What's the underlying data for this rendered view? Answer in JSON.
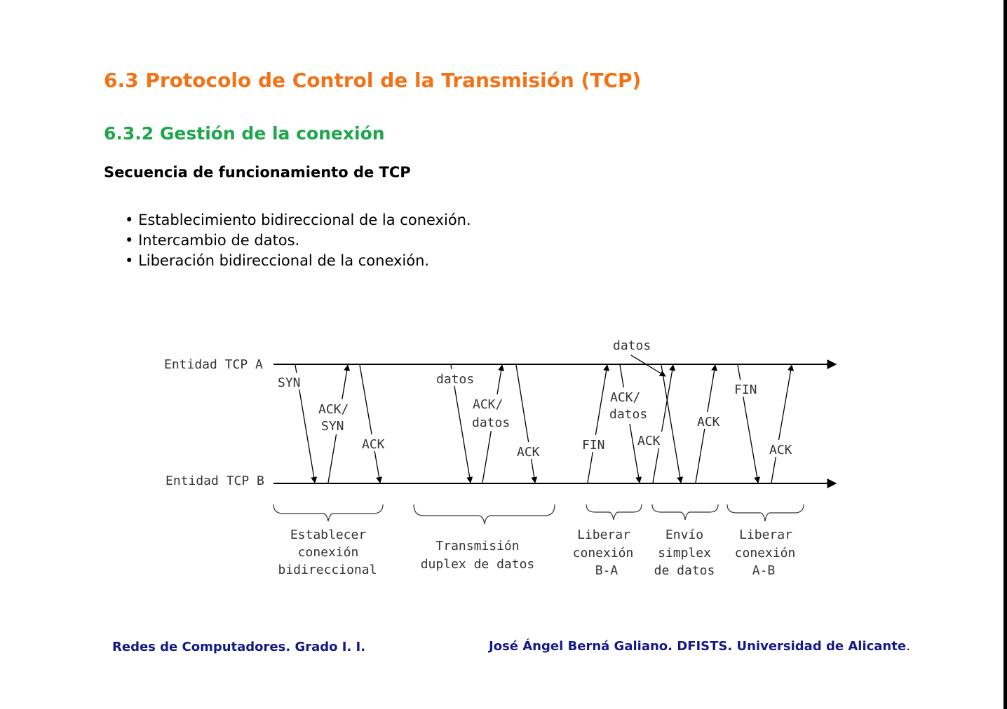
{
  "title": "6.3 Protocolo de Control de la Transmisión (TCP)",
  "subtitle": "6.3.2 Gestión de la conexión",
  "section_heading": "Secuencia de funcionamiento de TCP",
  "bullets": [
    "Establecimiento bidireccional de la conexión.",
    "Intercambio de datos.",
    "Liberación bidireccional de la conexión."
  ],
  "diagram": {
    "entity_a": "Entidad TCP A",
    "entity_b": "Entidad TCP B",
    "messages": {
      "syn": "SYN",
      "ack_syn": [
        "ACK/",
        "SYN"
      ],
      "ack_1": "ACK",
      "datos_1": "datos",
      "ack_datos_1": [
        "ACK/",
        "datos"
      ],
      "ack_2": "ACK",
      "fin_1": "FIN",
      "datos_2": "datos",
      "ack_datos_2": [
        "ACK/",
        "datos"
      ],
      "ack_3": "ACK",
      "ack_4": "ACK",
      "fin_2": "FIN",
      "ack_5": "ACK"
    },
    "phases": [
      [
        "Establecer",
        "conexión",
        "bidireccional"
      ],
      [
        "Transmisión",
        "duplex de datos"
      ],
      [
        "Liberar",
        "conexión",
        "B-A"
      ],
      [
        "Envío",
        "simplex",
        "de datos"
      ],
      [
        "Liberar",
        "conexión",
        "A-B"
      ]
    ]
  },
  "footer": {
    "left": "Redes de Computadores. Grado I. I.",
    "right": "José Ángel Berná Galiano. DFISTS. Universidad de Alicante",
    "right_suffix": "."
  },
  "colors": {
    "title": "#f47216",
    "subtitle": "#1ea64b",
    "footer": "#13188a"
  }
}
